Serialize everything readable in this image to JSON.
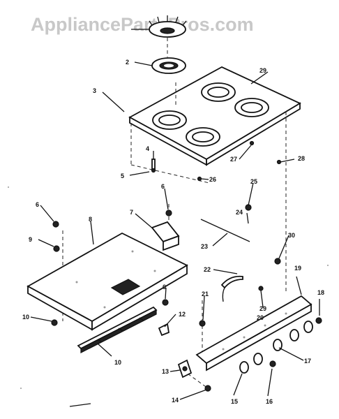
{
  "watermark": "AppliancePartsPros.com",
  "colors": {
    "ink": "#111111",
    "paper": "#ffffff",
    "watermark": "#c8c8c8"
  },
  "callouts": {
    "c2": "2",
    "c3": "3",
    "c4": "4",
    "c5": "5",
    "c6a": "6",
    "c6b": "6",
    "c6c": "6",
    "c7": "7",
    "c8": "8",
    "c9": "9",
    "c10a": "10",
    "c10b": "10",
    "c12": "12",
    "c13": "13",
    "c14": "14",
    "c15": "15",
    "c16": "16",
    "c17": "17",
    "c18": "18",
    "c19": "19",
    "c20": "20",
    "c21": "21",
    "c22": "22",
    "c23": "23",
    "c24": "24",
    "c25": "25",
    "c26": "26",
    "c27": "27",
    "c28": "28",
    "c29a": "29",
    "c29b": "29",
    "c30": "30"
  }
}
